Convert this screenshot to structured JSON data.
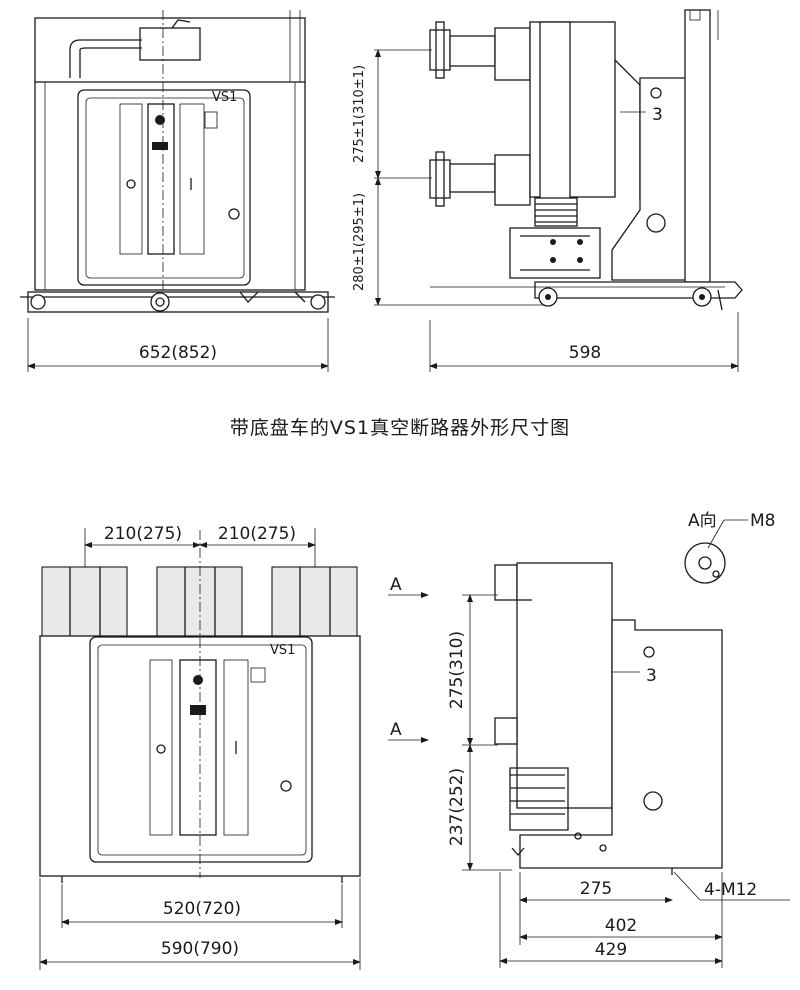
{
  "caption": "带底盘车的VS1真空断路器外形尺寸图",
  "top": {
    "front_label": "VS1",
    "width": "652(852)",
    "depth": "598",
    "height_upper": "275±1(310±1)",
    "height_lower": "280±1(295±1)",
    "callout": "3"
  },
  "bottom": {
    "front_label": "VS1",
    "phase_spacing_left": "210(275)",
    "phase_spacing_right": "210(275)",
    "width_inner": "520(720)",
    "width_outer": "590(790)",
    "section_mark_1": "A",
    "section_mark_2": "A",
    "height_upper": "275(310)",
    "height_lower": "237(252)",
    "callout": "3",
    "depth_275": "275",
    "depth_402": "402",
    "depth_429": "429",
    "mount_bolts": "4-M12",
    "view_a_label": "A向",
    "view_a_thread": "M8"
  }
}
